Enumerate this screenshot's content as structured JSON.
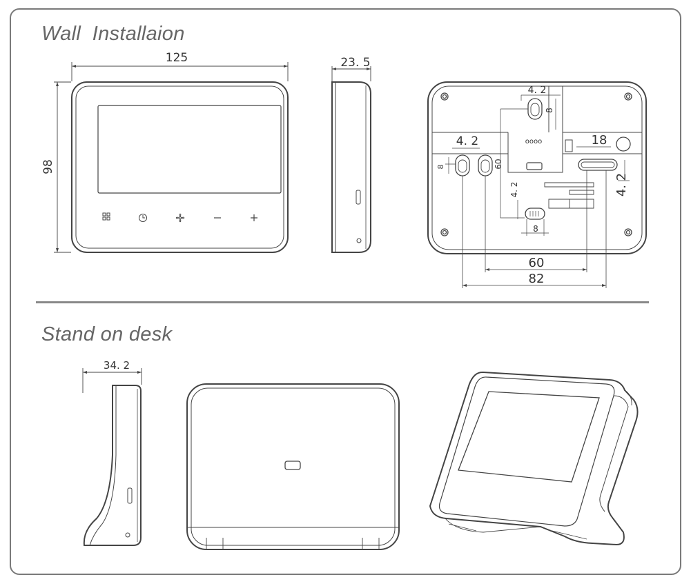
{
  "sections": {
    "wall_title": "Wall  Installaion",
    "desk_title": "Stand on desk"
  },
  "dimensions": {
    "front_width": "125",
    "front_height": "98",
    "side_depth": "23. 5",
    "stand_depth": "34. 2",
    "back_hole_width_top": "4. 2",
    "back_hole_height_top": "8",
    "back_hole_width_left": "4. 2",
    "back_hole_height_left": "8",
    "back_slot_width": "18",
    "back_slot_height": "4. 2",
    "back_vertical_spacing": "60",
    "back_lower_hole_height": "4. 2",
    "back_lower_hole_width": "8",
    "back_spacing_60": "60",
    "back_spacing_82": "82"
  },
  "connector_label": "oooo",
  "buttons": [
    {
      "name": "mode-button",
      "icon": "grid-icon",
      "glyph": "▫"
    },
    {
      "name": "clock-button",
      "icon": "clock-icon",
      "glyph": "◔"
    },
    {
      "name": "fan-button",
      "icon": "fan-icon",
      "glyph": "✿"
    },
    {
      "name": "minus-button",
      "icon": "minus-icon",
      "glyph": "−"
    },
    {
      "name": "plus-button",
      "icon": "plus-icon",
      "glyph": "+"
    }
  ],
  "colors": {
    "line": "#444444",
    "frame": "#7a7a7a",
    "text": "#333333"
  }
}
